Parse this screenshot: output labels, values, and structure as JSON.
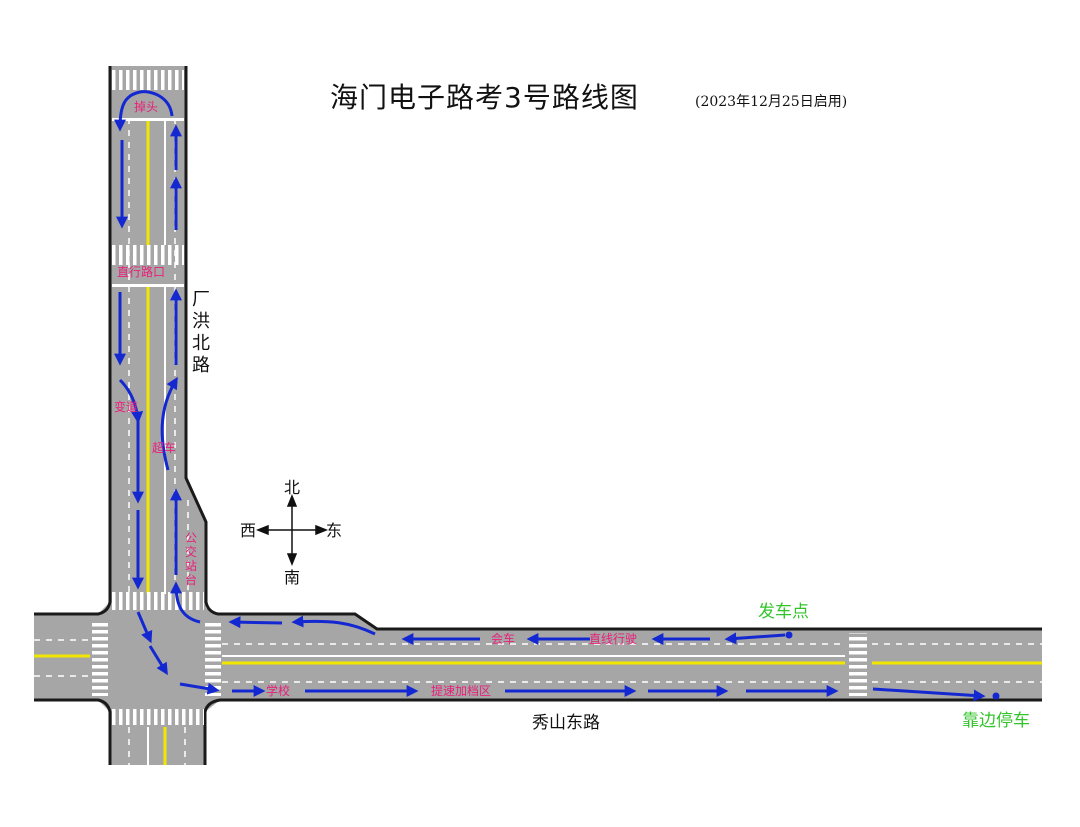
{
  "title": "海门电子路考3号路线图",
  "subtitle": "(2023年12月25日启用)",
  "roads": {
    "north_south": "厂洪北路",
    "east_west": "秀山东路"
  },
  "compass": {
    "north": "北",
    "south": "南",
    "east": "东",
    "west": "西"
  },
  "markers": {
    "start": "发车点",
    "stop": "靠边停车"
  },
  "route_labels": {
    "u_turn": "掉头",
    "straight_intersection": "直行路口",
    "lane_change": "变道",
    "overtake": "超车",
    "bus_stop": "公交站台",
    "meeting": "会车",
    "straight_driving": "直线行驶",
    "school": "学校",
    "speed_gear": "提速加档区"
  },
  "colors": {
    "road": "#a6a6a6",
    "curb": "#1a1a1a",
    "center_line": "#f2e600",
    "route_arrow": "#1428d2",
    "label_pink": "#e8207a",
    "label_green": "#33c42c"
  }
}
